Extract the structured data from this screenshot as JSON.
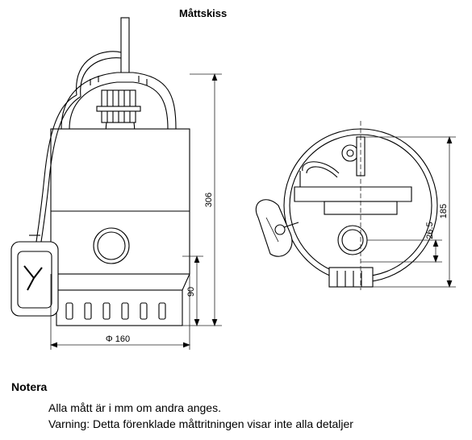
{
  "title": "Måttskiss",
  "dimensions": {
    "height_total": "306",
    "height_lower": "90",
    "diameter": "Φ 160",
    "top_height": "185",
    "offset": "26.5"
  },
  "notes": {
    "heading": "Notera",
    "lines": [
      "Alla mått är i mm om andra anges.",
      "Varning: Detta förenklade måttritningen visar inte alla detaljer"
    ]
  },
  "colors": {
    "line": "#000000",
    "dim_line": "#222222",
    "fill_dark": "#cfcfcf"
  }
}
